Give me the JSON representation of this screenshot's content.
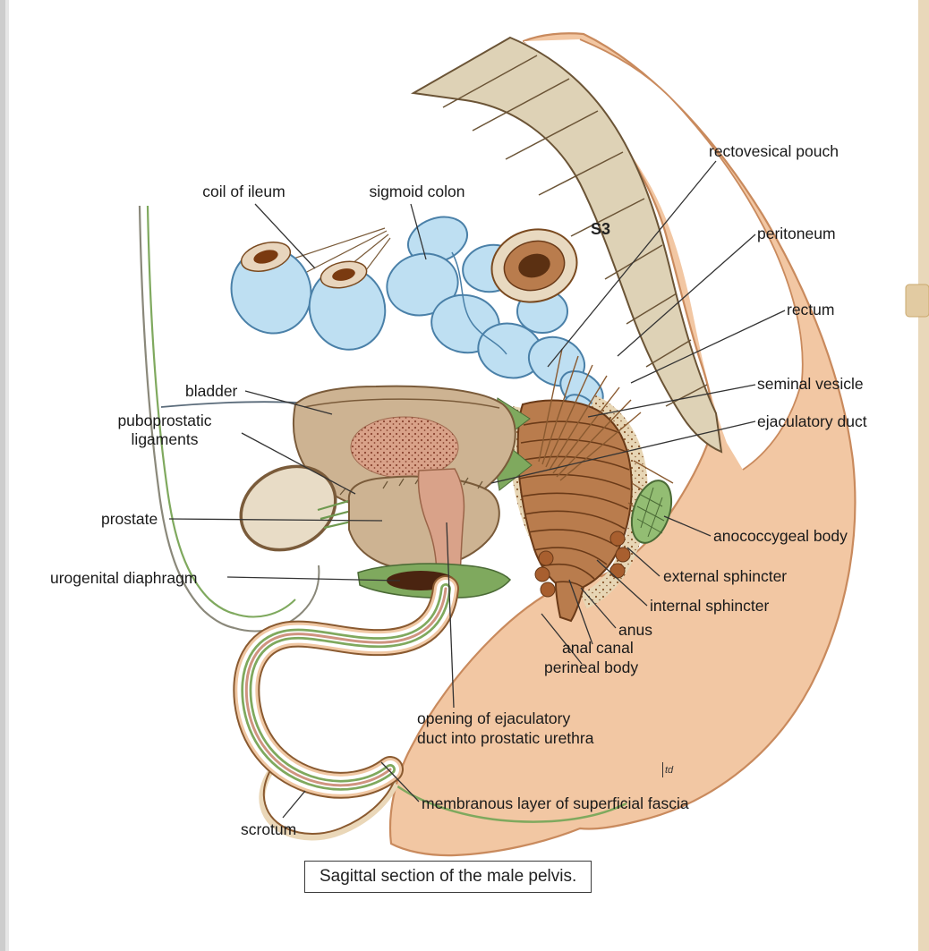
{
  "figure": {
    "caption": "Sagittal section of the male pelvis.",
    "artist_mark": "td",
    "labels": {
      "coil_of_ileum": "coil of ileum",
      "sigmoid_colon": "sigmoid colon",
      "rectovesical_pouch": "rectovesical pouch",
      "peritoneum": "peritoneum",
      "rectum": "rectum",
      "seminal_vesicle": "seminal vesicle",
      "ejaculatory_duct": "ejaculatory duct",
      "s3_vertebra": "S3",
      "bladder": "bladder",
      "puboprostatic_ligaments": "puboprostatic ligaments",
      "prostate": "prostate",
      "urogenital_diaphragm": "urogenital diaphragm",
      "anococcygeal_body": "anococcygeal body",
      "external_sphincter": "external sphincter",
      "internal_sphincter": "internal sphincter",
      "anus": "anus",
      "anal_canal": "anal canal",
      "perineal_body": "perineal body",
      "opening_of_ejaculatory_duct_line1": "opening of ejaculatory",
      "opening_of_ejaculatory_duct_line2": "duct into prostatic urethra",
      "membranous_fascia": "membranous layer of superficial fascia",
      "scrotum": "scrotum"
    },
    "colors": {
      "skin": "#f2c7a3",
      "skin_outline": "#c98a5d",
      "bone": "#ded2b6",
      "intestine_blue": "#bedff2",
      "intestine_outline": "#4a80a8",
      "organ_tan": "#cdb392",
      "rectum_brown": "#b97c4d",
      "lumen_dark": "#5b3012",
      "fascia_green": "#7fa95e",
      "urethra_pink": "#d9a289",
      "page_edge_tan": "#e9d8ba",
      "page_edge_gray": "#cdcdcd"
    }
  }
}
